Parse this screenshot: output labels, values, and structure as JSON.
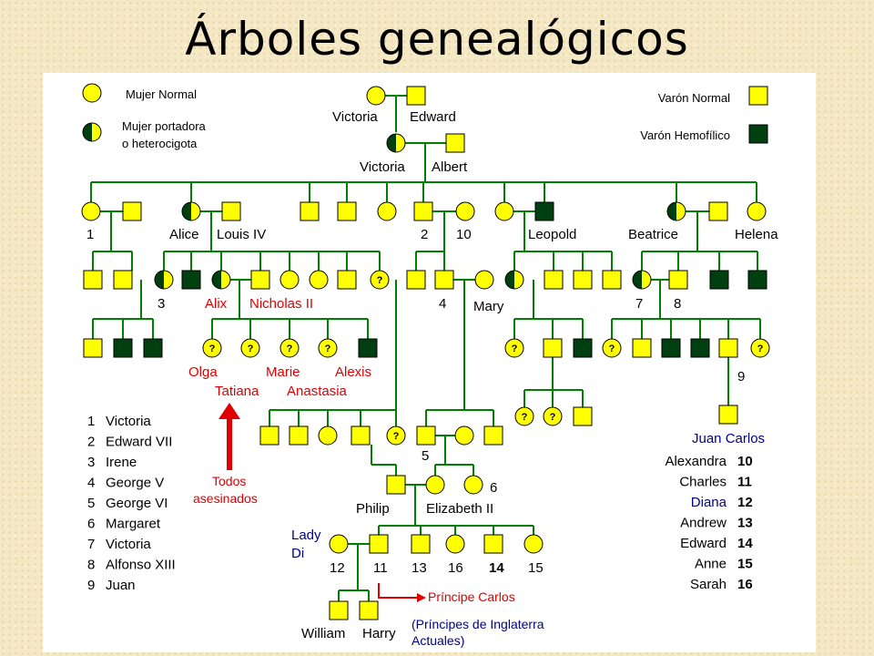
{
  "title": "Árboles genealógicos",
  "colors": {
    "normal": "#ffff00",
    "affected": "#004010",
    "line": "#008000",
    "red": "#e00000",
    "blue": "#00008b",
    "text": "#000000"
  },
  "legend": {
    "mujer_normal": "Mujer Normal",
    "mujer_portadora_1": "Mujer portadora",
    "mujer_portadora_2": "o heterocigota",
    "varon_normal": "Varón Normal",
    "varon_hemofilico": "Varón Hemofílico"
  },
  "names": {
    "victoria_top": "Victoria",
    "edward": "Edward",
    "victoria_queen": "Victoria",
    "albert": "Albert",
    "n1": "1",
    "alice": "Alice",
    "louis": "Louis IV",
    "n2": "2",
    "n10": "10",
    "leopold": "Leopold",
    "beatrice": "Beatrice",
    "helena": "Helena",
    "n3": "3",
    "alix": "Alix",
    "nicholas": "Nicholas II",
    "n4": "4",
    "mary": "Mary",
    "n7": "7",
    "n8": "8",
    "n9": "9",
    "olga": "Olga",
    "marie": "Marie",
    "alexis": "Alexis",
    "tatiana": "Tatiana",
    "anastasia": "Anastasia",
    "juan_carlos": "Juan Carlos",
    "n5": "5",
    "n6": "6",
    "philip": "Philip",
    "elizabeth": "Elizabeth II",
    "lady": "Lady",
    "di": "Di",
    "n12": "12",
    "n11": "11",
    "n13": "13",
    "n16": "16",
    "n14": "14",
    "n15": "15",
    "principe_carlos": "Príncipe Carlos",
    "william": "William",
    "harry": "Harry",
    "principes_1": "(Príncipes de Inglaterra",
    "principes_2": "Actuales)",
    "todos_1": "Todos",
    "todos_2": "asesinados"
  },
  "key_left": [
    {
      "num": "1",
      "name": "Victoria"
    },
    {
      "num": "2",
      "name": "Edward VII"
    },
    {
      "num": "3",
      "name": "Irene"
    },
    {
      "num": "4",
      "name": "George V"
    },
    {
      "num": "5",
      "name": "George VI"
    },
    {
      "num": "6",
      "name": "Margaret"
    },
    {
      "num": "7",
      "name": "Victoria"
    },
    {
      "num": "8",
      "name": "Alfonso XIII"
    },
    {
      "num": "9",
      "name": "Juan"
    }
  ],
  "key_right": [
    {
      "name": "Alexandra",
      "num": "10"
    },
    {
      "name": "Charles",
      "num": "11"
    },
    {
      "name": "Diana",
      "num": "12"
    },
    {
      "name": "Andrew",
      "num": "13"
    },
    {
      "name": "Edward",
      "num": "14"
    },
    {
      "name": "Anne",
      "num": "15"
    },
    {
      "name": "Sarah",
      "num": "16"
    }
  ]
}
